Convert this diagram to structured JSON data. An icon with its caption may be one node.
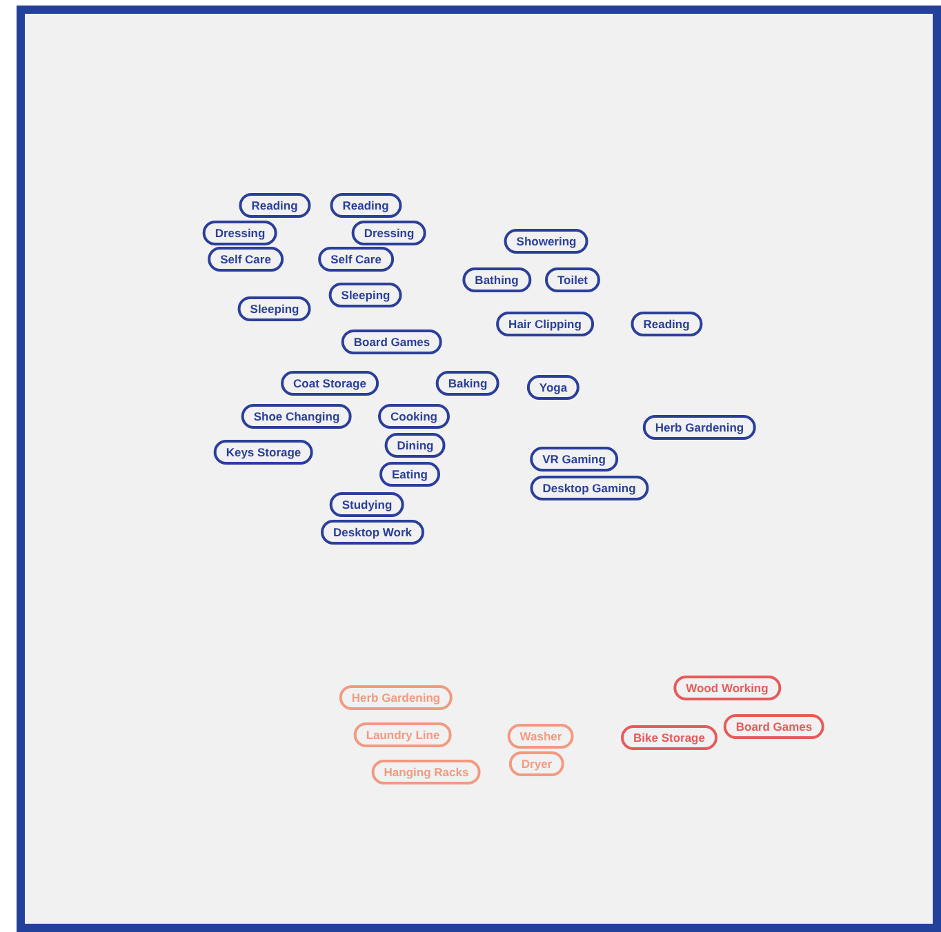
{
  "diagram": {
    "nodes": [
      {
        "text": [
          "Reading"
        ]
      },
      {
        "text": [
          "Reading"
        ]
      },
      {
        "text": [
          "Dressing"
        ]
      },
      {
        "text": [
          "Dressing"
        ]
      },
      {
        "text": [
          "Self Care"
        ]
      },
      {
        "text": [
          "Self Care"
        ]
      },
      {
        "text": [
          "Showering"
        ]
      },
      {
        "text": [
          "Bathing"
        ]
      },
      {
        "text": [
          "Toilet"
        ]
      },
      {
        "text": [
          "Sleeping"
        ]
      },
      {
        "text": [
          "Sleeping"
        ]
      },
      {
        "text": [
          "Hair Clipping"
        ]
      },
      {
        "text": [
          "Reading"
        ]
      },
      {
        "text": [
          "Board Games"
        ]
      },
      {
        "text": [
          "Coat Storage"
        ]
      },
      {
        "text": [
          "Baking"
        ]
      },
      {
        "text": [
          "Yoga"
        ]
      },
      {
        "text": [
          "Shoe Changing"
        ]
      },
      {
        "text": [
          "Cooking"
        ]
      },
      {
        "text": [
          "Herb Gardening"
        ]
      },
      {
        "text": [
          "Keys Storage"
        ]
      },
      {
        "text": [
          "Dining"
        ]
      },
      {
        "text": [
          "VR Gaming"
        ]
      },
      {
        "text": [
          "Eating"
        ]
      },
      {
        "text": [
          "Desktop Gaming"
        ]
      },
      {
        "text": [
          "Studying"
        ]
      },
      {
        "text": [
          "Desktop Work"
        ]
      },
      {
        "text": [
          "Wood Working"
        ]
      },
      {
        "text": [
          "Herb Gardening"
        ]
      },
      {
        "text": [
          "Board Games"
        ]
      },
      {
        "text": [
          "Laundry Line"
        ]
      },
      {
        "text": [
          "Washer"
        ]
      },
      {
        "text": [
          "Bike Storage"
        ]
      },
      {
        "text": [
          "Dryer"
        ]
      },
      {
        "text": [
          "Hanging Racks"
        ]
      }
    ]
  }
}
